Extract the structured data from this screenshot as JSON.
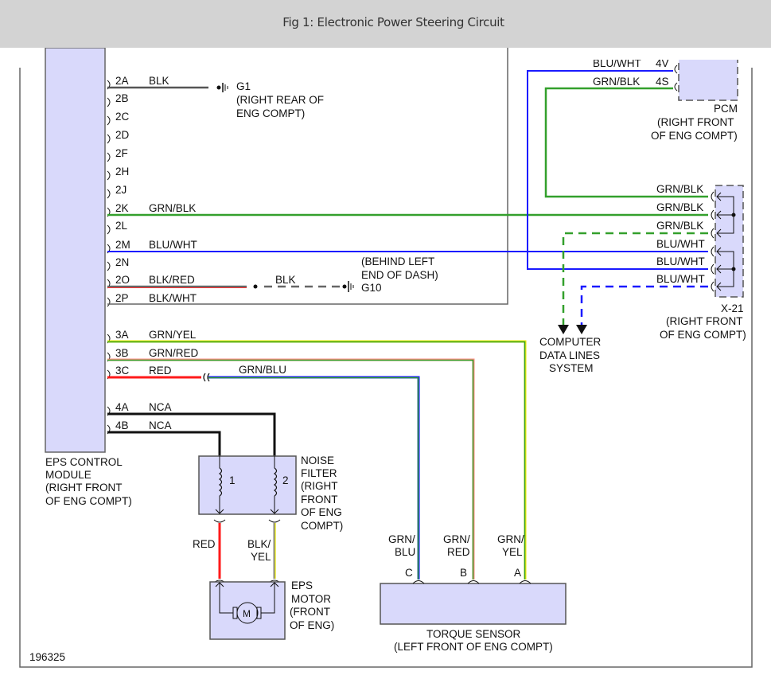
{
  "header": {
    "title": "Fig 1: Electronic Power Steering Circuit"
  },
  "figure_id": "196325",
  "colors": {
    "box_fill": "#d9d9fb",
    "black": "#111111",
    "green": "#33a02c",
    "blue": "#1a1aff",
    "red": "#ff1a1a",
    "yellow": "#e8e800",
    "gray": "#666666"
  },
  "eps_module": {
    "label_lines": [
      "EPS CONTROL",
      "MODULE",
      "(RIGHT FRONT",
      "OF ENG COMPT)"
    ],
    "pins": [
      {
        "pin": "2A",
        "wire": "BLK"
      },
      {
        "pin": "2B",
        "wire": ""
      },
      {
        "pin": "2C",
        "wire": ""
      },
      {
        "pin": "2D",
        "wire": ""
      },
      {
        "pin": "2F",
        "wire": ""
      },
      {
        "pin": "2H",
        "wire": ""
      },
      {
        "pin": "2J",
        "wire": ""
      },
      {
        "pin": "2K",
        "wire": "GRN/BLK"
      },
      {
        "pin": "2L",
        "wire": ""
      },
      {
        "pin": "2M",
        "wire": "BLU/WHT"
      },
      {
        "pin": "2N",
        "wire": ""
      },
      {
        "pin": "2O",
        "wire": "BLK/RED"
      },
      {
        "pin": "2P",
        "wire": "BLK/WHT"
      },
      {
        "pin": "3A",
        "wire": "GRN/YEL"
      },
      {
        "pin": "3B",
        "wire": "GRN/RED"
      },
      {
        "pin": "3C",
        "wire": "RED"
      },
      {
        "pin": "4A",
        "wire": "NCA"
      },
      {
        "pin": "4B",
        "wire": "NCA"
      }
    ]
  },
  "ground_g1": {
    "name": "G1",
    "location_lines": [
      "(RIGHT REAR OF",
      "ENG COMPT)"
    ]
  },
  "ground_g10": {
    "name": "G10",
    "wire": "BLK",
    "location_lines": [
      "(BEHIND LEFT",
      "END OF DASH)"
    ]
  },
  "splice_3c": {
    "wire_out": "GRN/BLU"
  },
  "pcm": {
    "name": "PCM",
    "location_lines": [
      "(RIGHT FRONT",
      "OF ENG COMPT)"
    ],
    "pins": [
      {
        "pin": "4V",
        "wire": "BLU/WHT"
      },
      {
        "pin": "4S",
        "wire": "GRN/BLK"
      }
    ]
  },
  "x21": {
    "name": "X-21",
    "location_lines": [
      "(RIGHT FRONT",
      "OF ENG COMPT)"
    ],
    "wires": [
      "GRN/BLK",
      "GRN/BLK",
      "GRN/BLK",
      "BLU/WHT",
      "BLU/WHT",
      "BLU/WHT"
    ]
  },
  "data_lines": {
    "label_lines": [
      "COMPUTER",
      "DATA LINES",
      "SYSTEM"
    ]
  },
  "noise_filter": {
    "label_lines": [
      "NOISE",
      "FILTER",
      "(RIGHT",
      "FRONT",
      "OF ENG",
      "COMPT)"
    ],
    "coils": [
      "1",
      "2"
    ],
    "out_wires": [
      [
        "RED"
      ],
      [
        "BLK/",
        "YEL"
      ]
    ]
  },
  "eps_motor": {
    "label_lines": [
      "EPS",
      "MOTOR",
      "(FRONT",
      "OF ENG)"
    ],
    "symbol": "M"
  },
  "torque_sensor": {
    "label_lines": [
      "TORQUE SENSOR",
      "(LEFT FRONT OF ENG COMPT)"
    ],
    "pins": [
      {
        "pin": "C",
        "wire_lines": [
          "GRN/",
          "BLU"
        ]
      },
      {
        "pin": "B",
        "wire_lines": [
          "GRN/",
          "RED"
        ]
      },
      {
        "pin": "A",
        "wire_lines": [
          "GRN/",
          "YEL"
        ]
      }
    ]
  }
}
